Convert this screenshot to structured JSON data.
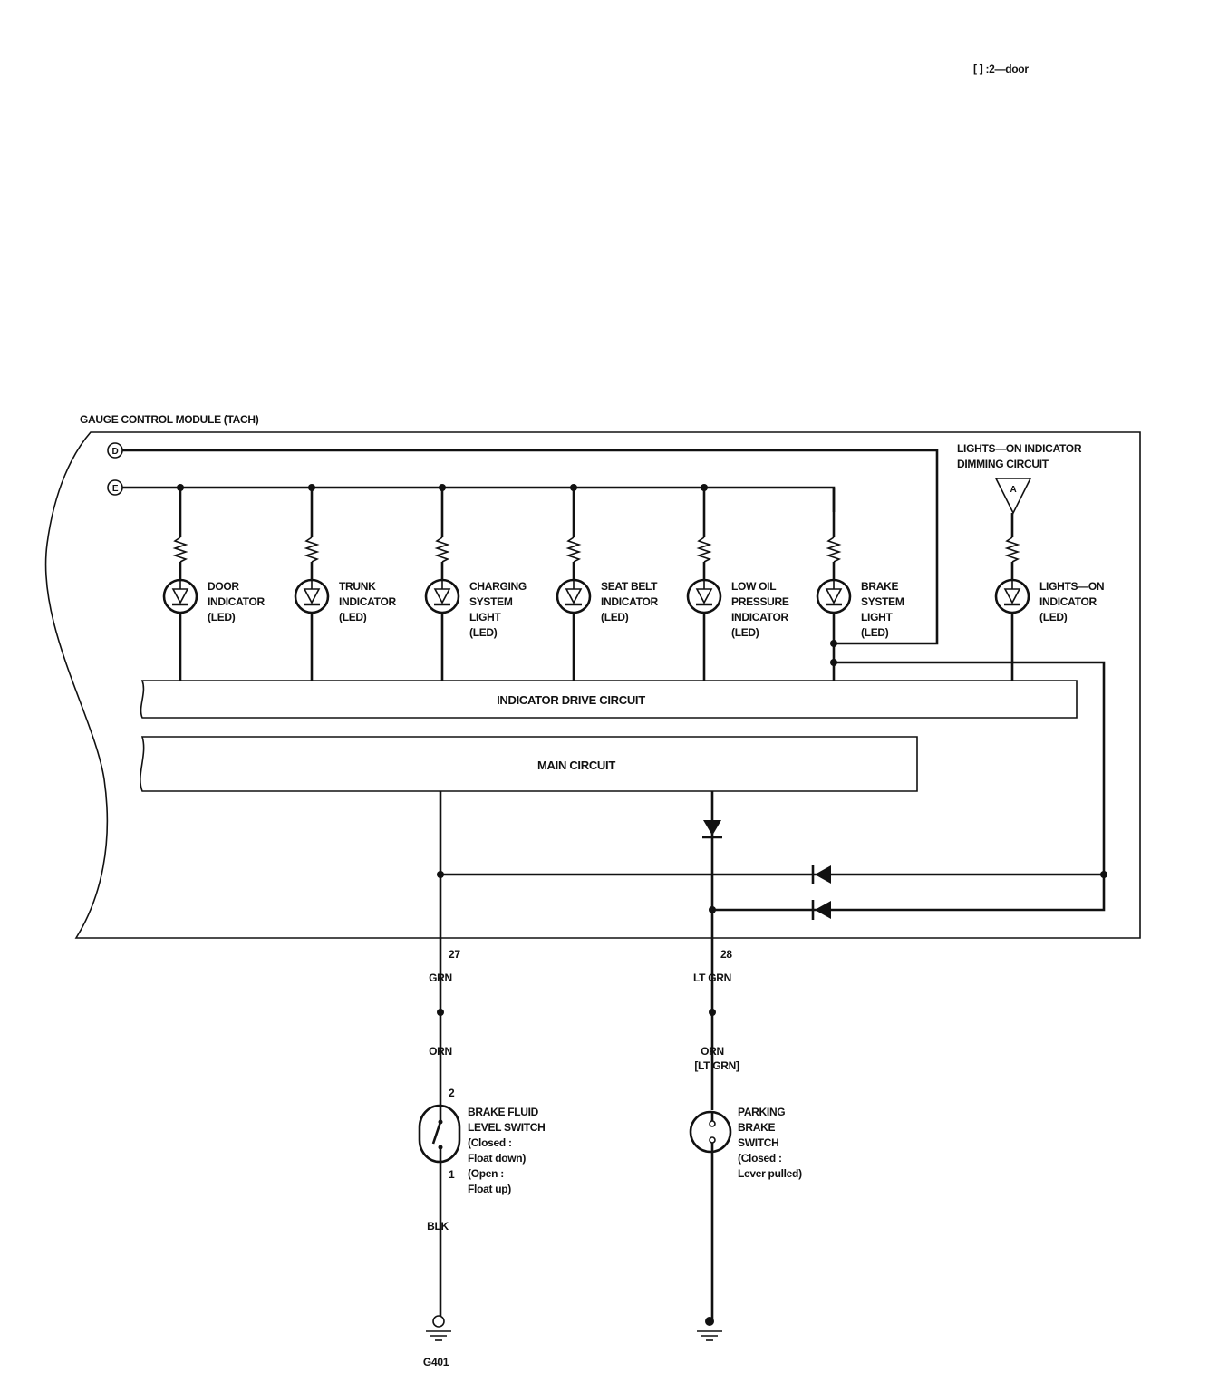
{
  "legend_note": "[ ] :2—door",
  "module_title": "GAUGE CONTROL MODULE (TACH)",
  "connector_d": "D",
  "connector_e": "E",
  "dimming": {
    "label_line1": "LIGHTS—ON INDICATOR",
    "label_line2": "DIMMING CIRCUIT",
    "connector": "A"
  },
  "indicators": [
    {
      "lines": [
        "DOOR",
        "INDICATOR",
        "(LED)"
      ]
    },
    {
      "lines": [
        "TRUNK",
        "INDICATOR",
        "(LED)"
      ]
    },
    {
      "lines": [
        "CHARGING",
        "SYSTEM",
        "LIGHT",
        "(LED)"
      ]
    },
    {
      "lines": [
        "SEAT BELT",
        "INDICATOR",
        "(LED)"
      ]
    },
    {
      "lines": [
        "LOW OIL",
        "PRESSURE",
        "INDICATOR",
        "(LED)"
      ]
    },
    {
      "lines": [
        "BRAKE",
        "SYSTEM",
        "LIGHT",
        "(LED)"
      ]
    },
    {
      "lines": [
        "LIGHTS—ON",
        "INDICATOR",
        "(LED)"
      ]
    }
  ],
  "indicator_drive_circuit": "INDICATOR DRIVE CIRCUIT",
  "main_circuit": "MAIN CIRCUIT",
  "left_branch": {
    "pin": "27",
    "wire_module": "GRN",
    "wire_switch": "ORN",
    "switch_pin_top": "2",
    "switch_pin_bottom": "1",
    "switch_lines": [
      "BRAKE FLUID",
      "LEVEL SWITCH",
      "(Closed :",
      "Float down)",
      "(Open :",
      "Float up)"
    ],
    "ground_wire": "BLK",
    "ground_label": "G401"
  },
  "right_branch": {
    "pin": "28",
    "wire_module": "LT GRN",
    "wire_switch": "ORN",
    "wire_switch_alt": "[LT GRN]",
    "switch_lines": [
      "PARKING",
      "BRAKE",
      "SWITCH",
      "(Closed :",
      "Lever pulled)"
    ]
  }
}
